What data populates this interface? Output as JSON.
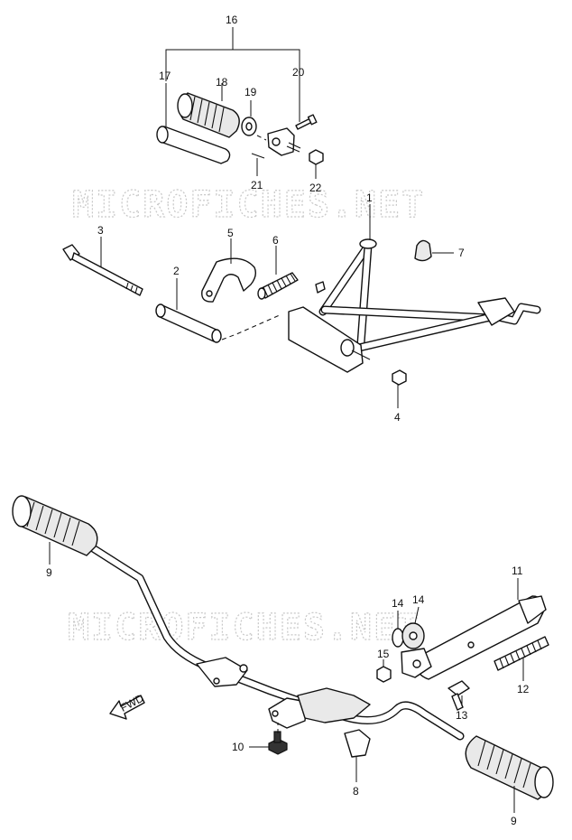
{
  "watermark": "MICROFICHES.NET",
  "fwd_label": "FWD",
  "callouts": [
    {
      "id": "c16",
      "text": "16"
    },
    {
      "id": "c17",
      "text": "17"
    },
    {
      "id": "c18",
      "text": "18"
    },
    {
      "id": "c19",
      "text": "19"
    },
    {
      "id": "c20",
      "text": "20"
    },
    {
      "id": "c21",
      "text": "21"
    },
    {
      "id": "c22",
      "text": "22"
    },
    {
      "id": "c1",
      "text": "1"
    },
    {
      "id": "c2",
      "text": "2"
    },
    {
      "id": "c3",
      "text": "3"
    },
    {
      "id": "c4",
      "text": "4"
    },
    {
      "id": "c5",
      "text": "5"
    },
    {
      "id": "c6",
      "text": "6"
    },
    {
      "id": "c7",
      "text": "7"
    },
    {
      "id": "c8",
      "text": "8"
    },
    {
      "id": "c9a",
      "text": "9"
    },
    {
      "id": "c9b",
      "text": "9"
    },
    {
      "id": "c10",
      "text": "10"
    },
    {
      "id": "c11",
      "text": "11"
    },
    {
      "id": "c12",
      "text": "12"
    },
    {
      "id": "c13",
      "text": "13"
    },
    {
      "id": "c14a",
      "text": "14"
    },
    {
      "id": "c14b",
      "text": "14"
    },
    {
      "id": "c15",
      "text": "15"
    }
  ]
}
